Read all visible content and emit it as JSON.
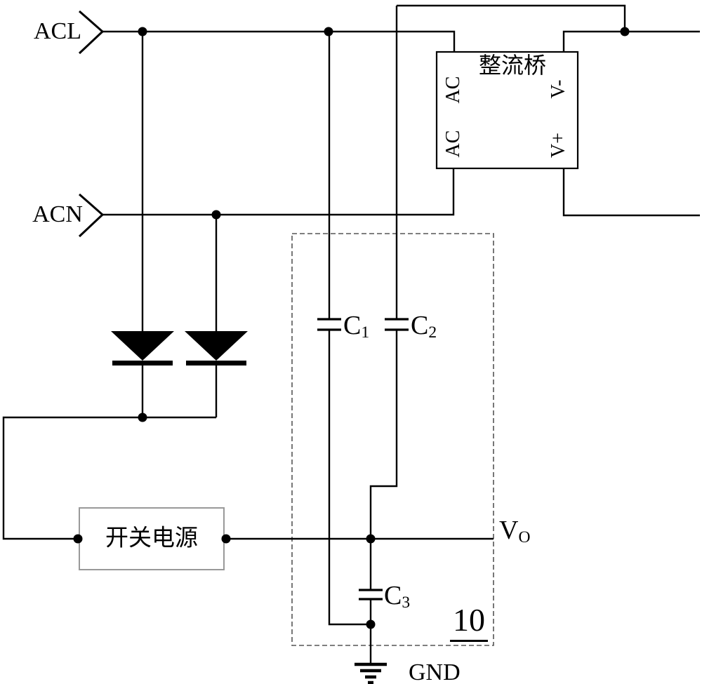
{
  "diagram": {
    "terminals": {
      "live": "ACL",
      "neutral": "ACN"
    },
    "rectifier_bridge": {
      "title": "整流桥",
      "pins": {
        "top_left": "AC",
        "bottom_left": "AC",
        "top_right": "V-",
        "bottom_right": "V+"
      }
    },
    "capacitors": {
      "c1": {
        "symbol": "C",
        "sub": "1"
      },
      "c2": {
        "symbol": "C",
        "sub": "2"
      },
      "c3": {
        "symbol": "C",
        "sub": "3"
      }
    },
    "power_supply": {
      "label": "开关电源"
    },
    "output": {
      "symbol": "V",
      "sub": "O"
    },
    "module_label": "10",
    "ground_label": "GND",
    "colors": {
      "wire": "#000000",
      "psu_border": "#999999",
      "dashed_box": "#555555",
      "background": "#ffffff"
    }
  }
}
